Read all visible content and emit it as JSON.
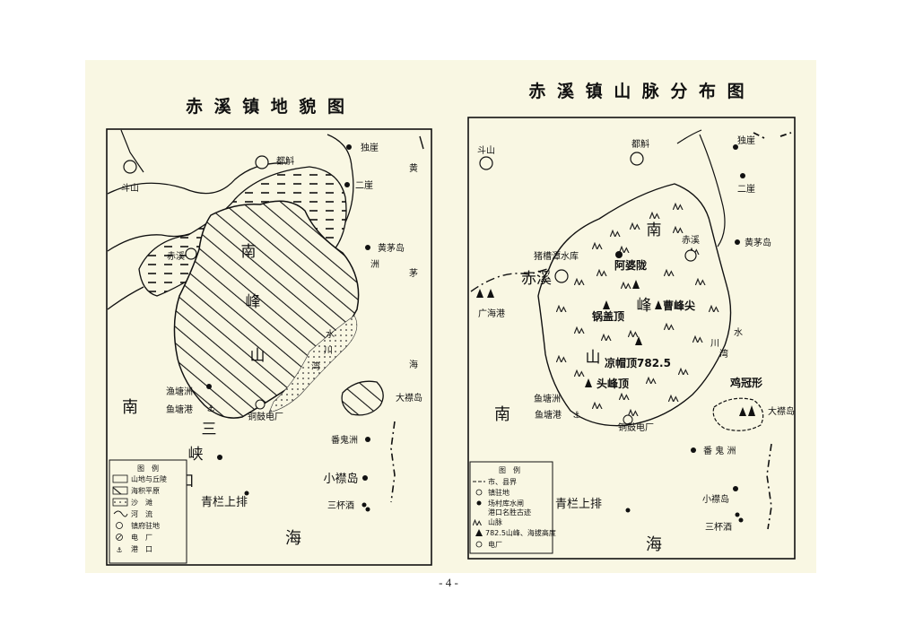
{
  "page_number": "- 4 -",
  "left_map": {
    "title": "赤 溪 镇 地 貌 图",
    "places": {
      "doushan": "斗山",
      "dou_wei": "都斛",
      "du_ya": "独崖",
      "er_ya": "二崖",
      "huang_mao_dao": "黄茅岛",
      "chi_xi": "赤溪",
      "yu_tang_zhou": "渔塘洲",
      "yu_tang_gang": "鱼塘港",
      "tong_gu_dian_chang": "铜鼓电厂",
      "da_jin_dao": "大襟岛",
      "fan_gui_zhou": "番鬼洲",
      "xiao_jin_dao": "小襟岛",
      "san_bei_jiu": "三杯酒",
      "qing_lan_shang_pai": "青栏上排"
    },
    "sea_labels": {
      "nan": "南",
      "hai": "海",
      "san": "三",
      "xia": "峡",
      "kou": "口",
      "huang": "黄",
      "mao": "茅",
      "zhou": "洲",
      "hai2": "海"
    },
    "mountain_labels": {
      "nan": "南",
      "feng": "峰",
      "shan": "山"
    },
    "bay_labels": {
      "shui": "水",
      "chuan": "川",
      "wan": "湾"
    },
    "legend": {
      "title": "图　例",
      "items": [
        "山地与丘陵",
        "海积平原",
        "沙　滩",
        "河　流",
        "镇府驻地",
        "电　厂",
        "港　口"
      ]
    }
  },
  "right_map": {
    "title": "赤 溪 镇 山 脉 分 布 图",
    "places": {
      "doushan": "斗山",
      "dou_wei": "都斛",
      "du_ya": "独崖",
      "er_ya": "二崖",
      "huang_mao_dao": "黄茅岛",
      "chi_xi_small": "赤溪",
      "chi_xi_big": "赤溪",
      "zhu_tan_reservoir": "猪槽潭水库",
      "a_po_long": "阿婆陇",
      "cao_feng_jian": "曹峰尖",
      "guo_gai_ding": "锅盖顶",
      "liang_mao_ding": "凉帽顶782.5",
      "tou_feng_ding": "头峰顶",
      "guang_hai_gang": "广海港",
      "yu_tang_zhou": "鱼塘洲",
      "yu_tang_gang": "鱼塘港",
      "tong_gu_dian_chang": "铜鼓电厂",
      "ji_guan_xing": "鸡冠形",
      "da_jin_dao": "大襟岛",
      "fan_gui_zhou": "番 鬼 洲",
      "xiao_jin_dao": "小襟岛",
      "san_bei_jiu": "三杯酒",
      "qing_lan_shang_pai": "青栏上排"
    },
    "sea_labels": {
      "nan": "南",
      "hai": "海"
    },
    "mountain_labels": {
      "nan": "南",
      "feng": "峰",
      "shan": "山"
    },
    "bay_labels": {
      "shui": "水",
      "chuan": "川",
      "wan": "湾"
    },
    "legend": {
      "title": "图　例",
      "items": [
        "市、县界",
        "镇驻地",
        "场村库水闸",
        "港口名胜古迹",
        "山脉",
        "782.5山峰、海拔高度",
        "电厂"
      ]
    }
  }
}
